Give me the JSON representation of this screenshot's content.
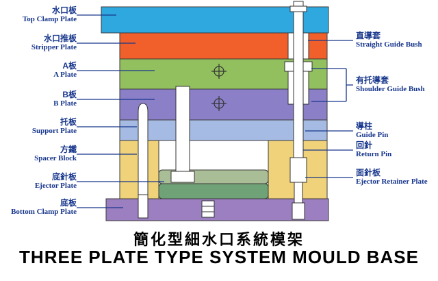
{
  "titles": {
    "chinese": "簡化型細水口系統模架",
    "english": "THREE PLATE TYPE SYSTEM MOULD BASE"
  },
  "left_labels": [
    {
      "zh": "水口板",
      "en": "Top Clamp Plate"
    },
    {
      "zh": "水口推板",
      "en": "Stripper Plate"
    },
    {
      "zh": "A板",
      "en": "A Plate"
    },
    {
      "zh": "B板",
      "en": "B Plate"
    },
    {
      "zh": "托板",
      "en": "Support Plate"
    },
    {
      "zh": "方鐵",
      "en": "Spacer Block"
    },
    {
      "zh": "底針板",
      "en": "Ejector Plate"
    },
    {
      "zh": "底板",
      "en": "Bottom Clamp Plate"
    }
  ],
  "right_labels": [
    {
      "zh": "直導套",
      "en": "Straight Guide Bush"
    },
    {
      "zh": "有托導套",
      "en": "Shoulder Guide Bush"
    },
    {
      "zh": "導柱",
      "en": "Guide Pin"
    },
    {
      "zh": "回針",
      "en": "Return Pin"
    },
    {
      "zh": "面針板",
      "en": "Ejector Retainer Plate"
    }
  ],
  "colors": {
    "top_clamp_plate": "#2FA8DF",
    "stripper_plate": "#F1602B",
    "a_plate": "#93C05F",
    "b_plate": "#8B7FC7",
    "support_plate": "#A5BBE3",
    "spacer_block": "#EFD279",
    "ejector_retainer_plate": "#A9BD97",
    "ejector_plate": "#6FA276",
    "bottom_clamp_plate": "#9C7FC0",
    "label_text": "#17368C",
    "leader_line": "#17368C",
    "title_text": "#000000"
  }
}
